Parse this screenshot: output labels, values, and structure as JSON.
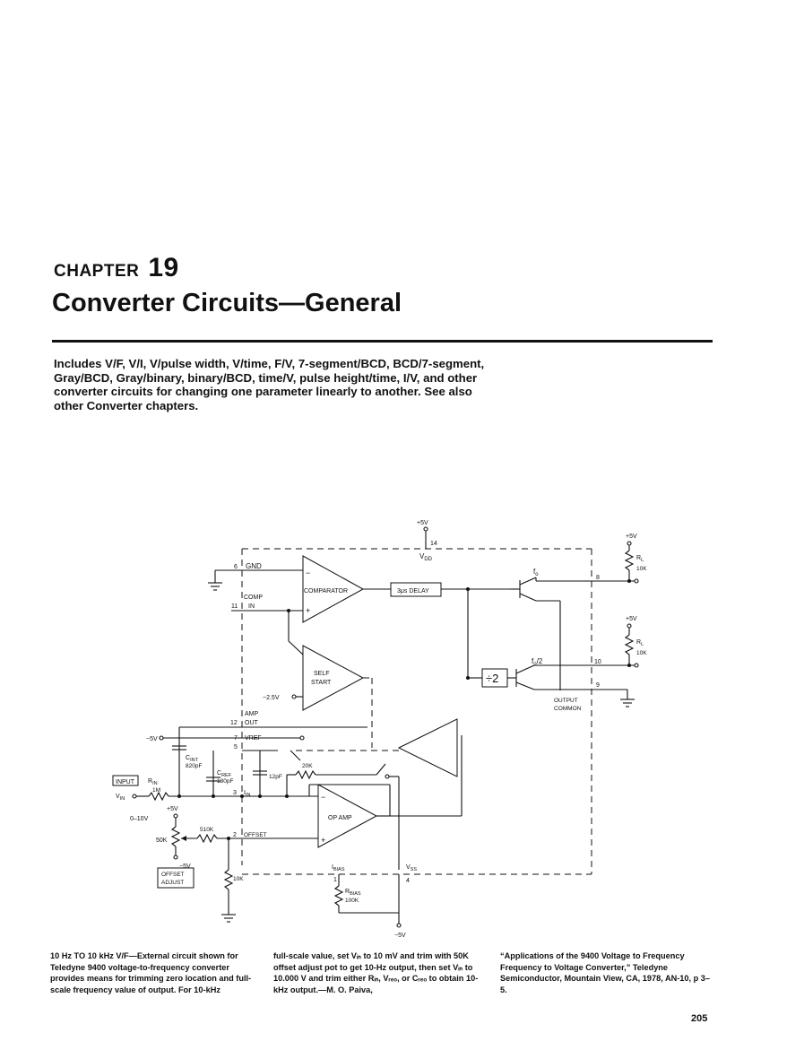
{
  "chapter": {
    "label": "CHAPTER",
    "number": "19",
    "title": "Converter Circuits—General"
  },
  "intro": "Includes V/F, V/I, V/pulse width, V/time, F/V, 7-segment/BCD, BCD/7-segment, Gray/BCD, Gray/binary, binary/BCD, time/V, pulse height/time, I/V, and other converter circuits for changing one parameter linearly to another. See also other Converter chapters.",
  "circuit": {
    "supply_plus5": "+5V",
    "pin14": "14",
    "vdd": "V",
    "vdd_sub": "DD",
    "gnd": "GND",
    "pin6": "6",
    "comp": "COMP",
    "comp_in": "IN",
    "pin11": "11",
    "comparator": "COMPARATOR",
    "delay": "3μs DELAY",
    "fo": "f",
    "fo_sub": "o",
    "fo2": "f",
    "fo2_sub": "o",
    "fo2_tail": "/2",
    "pin8": "8",
    "pin10": "10",
    "pin9": "9",
    "div2": "÷2",
    "self": "SELF",
    "start": "START",
    "neg25": "−2.5V",
    "amp": "AMP",
    "out": "OUT",
    "pin12": "12",
    "pin7": "7",
    "vref": "VREF",
    "pin5": "5",
    "neg5_left": "−5V",
    "cin": "C",
    "cin_sub": "INT",
    "cin_val": "820pF",
    "cref": "C",
    "cref_sub": "REF",
    "cref_val": "180pF",
    "c12": "12pF",
    "r20k": "20K",
    "input_box": "INPUT",
    "rin": "R",
    "rin_sub": "IN",
    "rin_val": "1M",
    "vin": "V",
    "vin_sub": "IN",
    "pin3": "3",
    "iin": "I",
    "iin_sub": "IN",
    "range": "0–10V",
    "plus5_adj": "+5V",
    "r510k": "510K",
    "r50k": "50K",
    "neg5_adj": "−5V",
    "pin2": "2",
    "offset": "OFFSET",
    "opamp": "OP AMP",
    "minus": "−",
    "plus": "+",
    "offset_adjust_1": "OFFSET",
    "offset_adjust_2": "ADJUST",
    "r10k_left": "10K",
    "ibias": "I",
    "ibias_sub": "BIAS",
    "pin1": "1",
    "rbias": "R",
    "rbias_sub": "BIAS",
    "rbias_val": "100K",
    "vss": "V",
    "vss_sub": "SS",
    "pin4": "4",
    "neg5_bottom": "−5V",
    "rl_supply1": "+5V",
    "rl1": "R",
    "rl1_sub": "L",
    "rl1_val": "10K",
    "rl_supply2": "+5V",
    "rl2": "R",
    "rl2_sub": "L",
    "rl2_val": "10K",
    "output_common_1": "OUTPUT",
    "output_common_2": "COMMON"
  },
  "caption": {
    "col1_lead": "10 Hz TO 10 kHz V/F—",
    "col1_body": "External circuit shown for Teledyne 9400 voltage-to-frequency converter provides means for trimming zero location and full-scale frequency value of output. For 10-kHz",
    "col2": "full-scale value, set Vᵢₙ to 10 mV and trim with 50K offset adjust pot to get 10-Hz output, then set Vᵢₙ to 10.000 V and trim either Rᵢₙ, Vᵣₑₒ, or Cᵣₑₒ to obtain 10-kHz output.—M. O. Paiva,",
    "col3": "“Applications of the 9400 Voltage to Frequency Frequency to Voltage Converter,” Teledyne Semiconductor, Mountain View, CA, 1978, AN-10, p 3–5."
  },
  "page_number": "205"
}
